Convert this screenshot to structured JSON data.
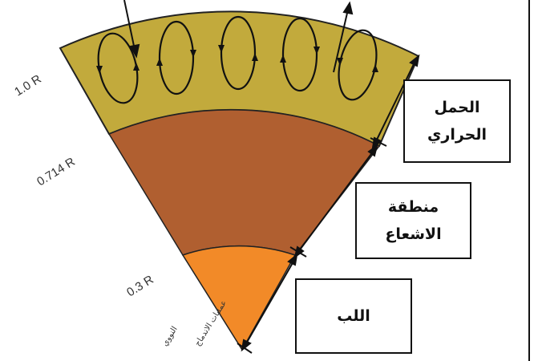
{
  "diagram": {
    "radius_labels": [
      "1.0 R",
      "0.714 R",
      "0.3 R"
    ],
    "zones": {
      "convection": [
        "الحمل",
        "الحراري"
      ],
      "radiation": [
        "منطقة",
        "الاشعاع"
      ],
      "core": [
        "اللب"
      ]
    },
    "core_caption": [
      "عمليات الاندماج",
      "النووي"
    ],
    "colors": {
      "convection_zone": "#c2aa3c",
      "radiation_zone": "#b05f30",
      "core": "#f28a28",
      "outline": "#111111"
    }
  }
}
